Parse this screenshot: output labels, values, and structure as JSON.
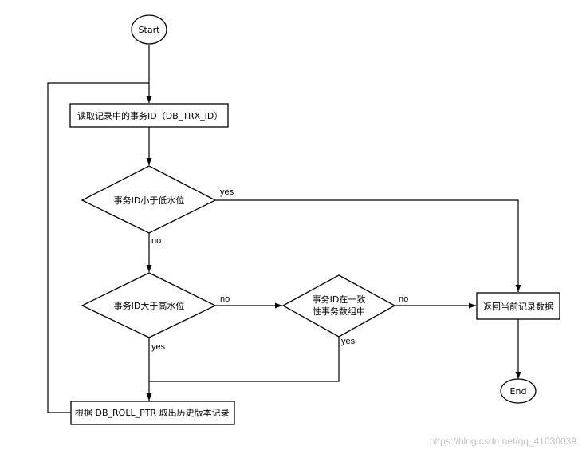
{
  "nodes": {
    "start": "Start",
    "read_trx_id": "读取记录中的事务ID（DB_TRX_ID）",
    "less_than_low": "事务ID小于低水位",
    "greater_than_high": "事务ID大于高水位",
    "in_active_array_line1": "事务ID在一致",
    "in_active_array_line2": "性事务数组中",
    "return_current": "返回当前记录数据",
    "fetch_history": "根据 DB_ROLL_PTR 取出历史版本记录",
    "end": "End"
  },
  "edges": {
    "low_yes": "yes",
    "low_no": "no",
    "high_no": "no",
    "high_yes": "yes",
    "array_no": "no",
    "array_yes": "yes"
  },
  "watermark": "https://blog.csdn.net/qq_41030039"
}
